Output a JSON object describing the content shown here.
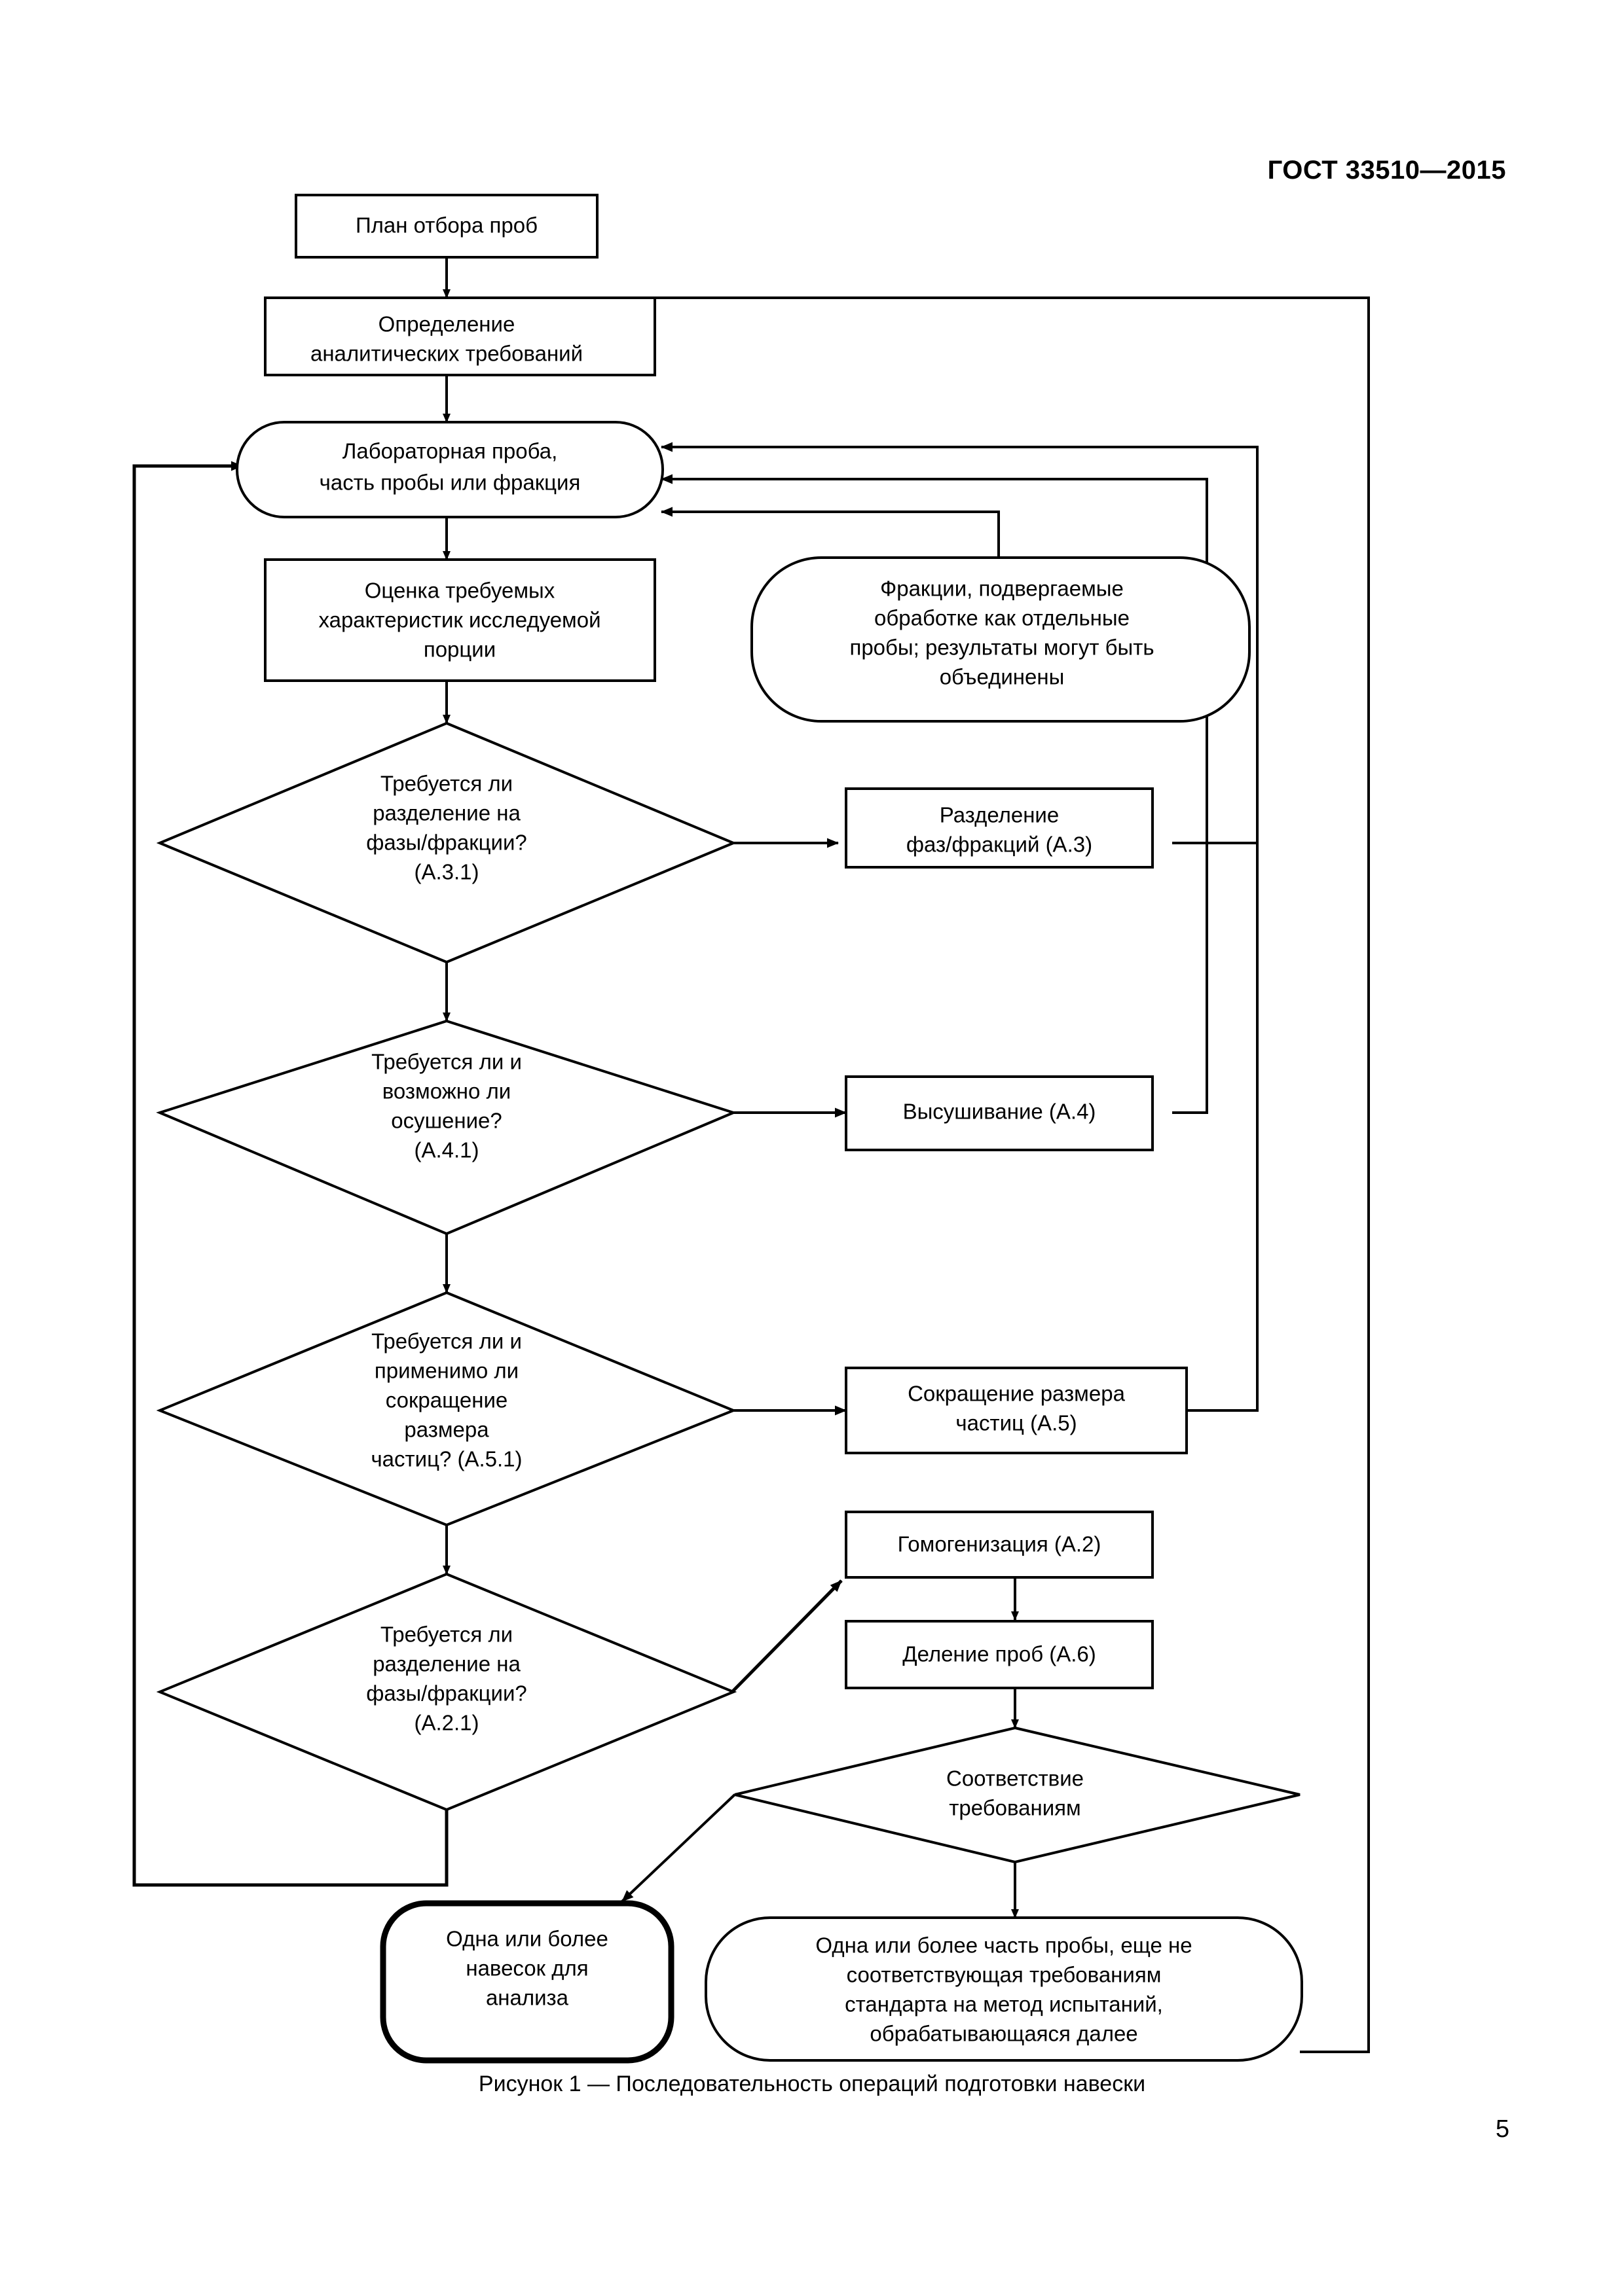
{
  "header": {
    "standard": "ГОСТ 33510—2015"
  },
  "footer": {
    "page_number": "5",
    "figure_caption": "Рисунок 1 — Последовательность операций подготовки навески"
  },
  "flowchart": {
    "title": "Последовательность операций подготовки навески",
    "nodes": [
      {
        "id": "sampling-plan",
        "shape": "rect",
        "lines": [
          "План отбора проб"
        ]
      },
      {
        "id": "analytical-requirements",
        "shape": "rect",
        "lines": [
          "Определение",
          "аналитических требований"
        ]
      },
      {
        "id": "laboratory-sample",
        "shape": "stadium",
        "lines": [
          "Лабораторная проба,",
          "часть пробы или фракция"
        ]
      },
      {
        "id": "assessment",
        "shape": "rect",
        "lines": [
          "Оценка требуемых",
          "характеристик исследуемой",
          "порции"
        ]
      },
      {
        "id": "fractions-note",
        "shape": "stadium",
        "lines": [
          "Фракции, подвергаемые",
          "обработке как отдельные",
          "пробы; результаты могут быть",
          "объединены"
        ]
      },
      {
        "id": "decision-phase-separation-a31",
        "shape": "diamond",
        "lines": [
          "Требуется ли",
          "разделение на",
          "фазы/фракции?",
          "(А.3.1)"
        ]
      },
      {
        "id": "phase-separation-a3",
        "shape": "rect",
        "lines": [
          "Разделение",
          "фаз/фракций (А.3)"
        ]
      },
      {
        "id": "decision-drying-a41",
        "shape": "diamond",
        "lines": [
          "Требуется ли и",
          "возможно ли",
          "осушение?",
          "(А.4.1)"
        ]
      },
      {
        "id": "drying-a4",
        "shape": "rect",
        "lines": [
          "Высушивание (А.4)"
        ]
      },
      {
        "id": "decision-particle-size-a51",
        "shape": "diamond",
        "lines": [
          "Требуется ли и",
          "применимо ли",
          "сокращение",
          "размера",
          "частиц? (А.5.1)"
        ]
      },
      {
        "id": "particle-size-reduction-a5",
        "shape": "rect",
        "lines": [
          "Сокращение размера",
          "частиц (А.5)"
        ]
      },
      {
        "id": "decision-phase-separation-a21",
        "shape": "diamond",
        "lines": [
          "Требуется ли",
          "разделение на",
          "фазы/фракции?",
          "(А.2.1)"
        ]
      },
      {
        "id": "homogenization-a2",
        "shape": "rect",
        "lines": [
          "Гомогенизация (А.2)"
        ]
      },
      {
        "id": "sample-division-a6",
        "shape": "rect",
        "lines": [
          "Деление проб (А.6)"
        ]
      },
      {
        "id": "decision-compliance",
        "shape": "diamond",
        "lines": [
          "Соответствие",
          "требованиям"
        ]
      },
      {
        "id": "test-portions",
        "shape": "stadium-thick",
        "lines": [
          "Одна или более",
          "навесок для",
          "анализа"
        ]
      },
      {
        "id": "non-compliant-portions",
        "shape": "stadium",
        "lines": [
          "Одна или более часть пробы, еще не",
          "соответствующая требованиям",
          "стандарта на метод испытаний,",
          "обрабатывающаяся далее"
        ]
      }
    ]
  }
}
